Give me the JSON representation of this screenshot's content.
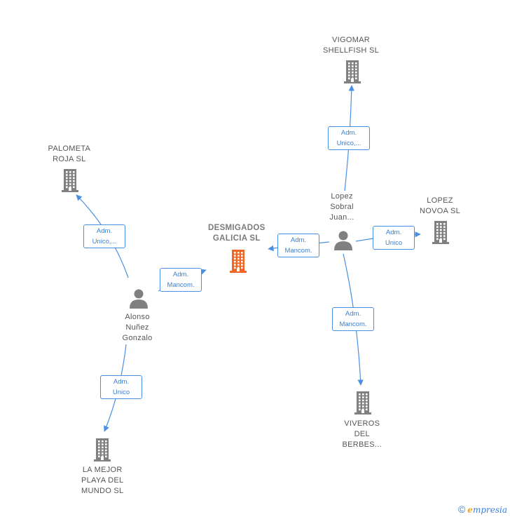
{
  "colors": {
    "edge": "#4a90e2",
    "company": "#808080",
    "company_main": "#f26522",
    "person": "#808080"
  },
  "nodes": [
    {
      "id": "vigomar",
      "kind": "company",
      "label": [
        "VIGOMAR",
        "SHELLFISH  SL"
      ]
    },
    {
      "id": "palometa",
      "kind": "company",
      "label": [
        "PALOMETA",
        "ROJA  SL"
      ]
    },
    {
      "id": "desmigados",
      "kind": "company-main",
      "label": [
        "DESMIGADOS",
        "GALICIA  SL"
      ]
    },
    {
      "id": "lopez_novoa",
      "kind": "company",
      "label": [
        "LOPEZ",
        "NOVOA SL"
      ]
    },
    {
      "id": "lopez_sobral",
      "kind": "person",
      "label": [
        "Lopez",
        "Sobral",
        "Juan..."
      ]
    },
    {
      "id": "alonso",
      "kind": "person",
      "label": [
        "Alonso",
        "Nuñez",
        "Gonzalo"
      ]
    },
    {
      "id": "viveros",
      "kind": "company",
      "label": [
        "VIVEROS",
        "DEL",
        "BERBES..."
      ]
    },
    {
      "id": "la_mejor",
      "kind": "company",
      "label": [
        "LA MEJOR",
        "PLAYA DEL",
        "MUNDO  SL"
      ]
    }
  ],
  "edges": [
    {
      "from": "lopez_sobral",
      "to": "vigomar",
      "label": [
        "Adm.",
        "Unico,..."
      ]
    },
    {
      "from": "alonso",
      "to": "palometa",
      "label": [
        "Adm.",
        "Unico,..."
      ]
    },
    {
      "from": "alonso",
      "to": "desmigados",
      "label": [
        "Adm.",
        "Mancom."
      ]
    },
    {
      "from": "lopez_sobral",
      "to": "desmigados",
      "label": [
        "Adm.",
        "Mancom."
      ]
    },
    {
      "from": "lopez_sobral",
      "to": "lopez_novoa",
      "label": [
        "Adm.",
        "Unico"
      ]
    },
    {
      "from": "lopez_sobral",
      "to": "viveros",
      "label": [
        "Adm.",
        "Mancom."
      ]
    },
    {
      "from": "alonso",
      "to": "la_mejor",
      "label": [
        "Adm.",
        "Unico"
      ]
    }
  ],
  "footer": {
    "copyright": "©",
    "brand_first": "e",
    "brand_rest": "mpresia"
  }
}
